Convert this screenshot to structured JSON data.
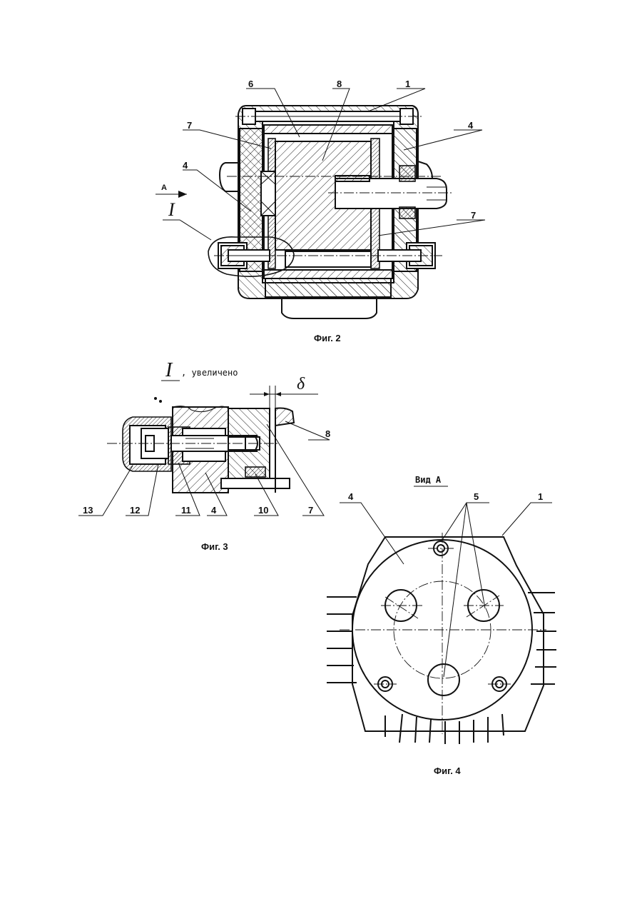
{
  "figures": {
    "fig2": {
      "caption": "Фиг. 2",
      "view_marker": "А",
      "detail_marker": "I",
      "labels": {
        "p1": "1",
        "p4a": "4",
        "p4b": "4",
        "p6": "6",
        "p7a": "7",
        "p7b": "7",
        "p8": "8"
      }
    },
    "fig3": {
      "caption": "Фиг. 3",
      "detail_marker": "I",
      "detail_note": ", увеличено",
      "gap_symbol": "δ",
      "labels": {
        "p4": "4",
        "p7": "7",
        "p8": "8",
        "p10": "10",
        "p11": "11",
        "p12": "12",
        "p13": "13"
      }
    },
    "fig4": {
      "caption": "Фиг. 4",
      "view_title": "Вид А",
      "labels": {
        "p1": "1",
        "p4": "4",
        "p5": "5"
      }
    }
  }
}
